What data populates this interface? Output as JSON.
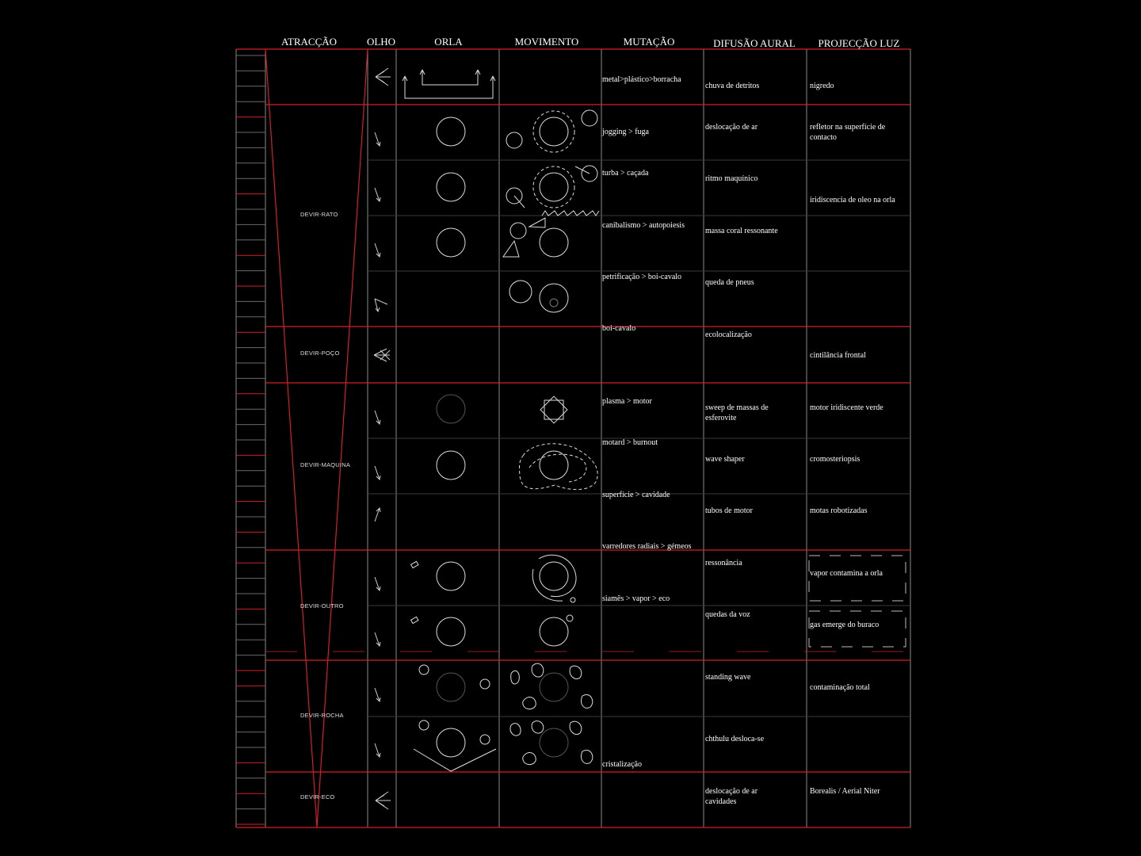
{
  "headers": {
    "atraccao": "ATRACÇÃO",
    "olho": "OLHO",
    "orla": "ORLA",
    "movimento": "MOVIMENTO",
    "mutacao": "MUTAÇÃO",
    "difusao": "DIFUSÃO AURAL",
    "projeccao": "PROJECÇÃO LUZ"
  },
  "devir": [
    "DEVIR-RATO",
    "DEVIR-POÇO",
    "DEVIR-MAQUINA",
    "DEVIR-OUTRO",
    "DEVIR-ROCHA",
    "DEVIR-ECO"
  ],
  "mutacao": [
    "metal>plástico>borracha",
    "jogging > fuga",
    "turba > caçada",
    "canibalismo > autopoiesis",
    "petrificação > boi-cavalo",
    "boi-cavalo",
    "plasma > motor",
    "motard > burnout",
    "superfície > cavidade",
    "varredores radiais > gémeos",
    "siamês > vapor > eco",
    "cristalização"
  ],
  "difusao": [
    "chuva de detritos",
    "deslocação de ar",
    "ritmo maquínico",
    "massa coral ressonante",
    "queda de pneus",
    "ecolocalização",
    "sweep de massas de esferovite",
    "wave shaper",
    "tubos de motor",
    "ressonância",
    "quedas da voz",
    "standing wave",
    "chthulu desloca-se",
    "deslocação de ar cavidades"
  ],
  "projeccao": [
    "nigredo",
    "refletor na superfície de contacto",
    "iridiscencia de oleo na orla",
    "cintilância frontal",
    "motor iridiscente verde",
    "cromosteriopsis",
    "motas robotizadas",
    "vapor contamina a orla",
    "gas emerge do buraco",
    "contaminação total",
    "Borealis / Aerial Niter"
  ],
  "colors": {
    "background": "#000000",
    "grid": "#8a8a8a",
    "accent": "#d0202a",
    "ink": "#ffffff"
  }
}
